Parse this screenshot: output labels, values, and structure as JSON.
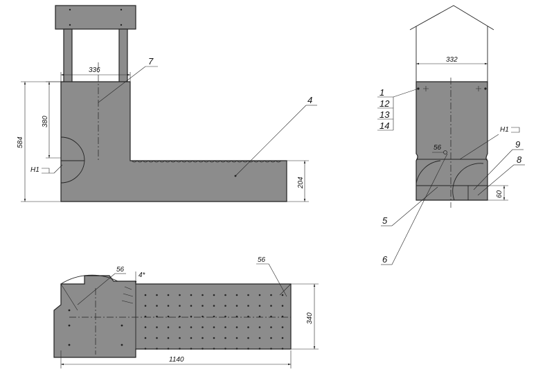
{
  "front_view": {
    "dims": {
      "width_top": "336",
      "height_inner": "380",
      "height_total": "584",
      "height_base": "204"
    },
    "callouts": {
      "tower": "7",
      "base": "4",
      "finish": "Н1"
    }
  },
  "side_view": {
    "dims": {
      "width": "332",
      "bottom": "60"
    },
    "callouts": {
      "c1": "1",
      "c12": "12",
      "c13": "13",
      "c14": "14",
      "finish": "Н1",
      "c9": "9",
      "c8": "8",
      "c5": "5",
      "c6": "6",
      "weld": "56"
    }
  },
  "top_view": {
    "dims": {
      "length": "1140",
      "depth": "340",
      "offset": "4*"
    },
    "callouts": {
      "weld_left": "56",
      "weld_right": "56"
    }
  }
}
